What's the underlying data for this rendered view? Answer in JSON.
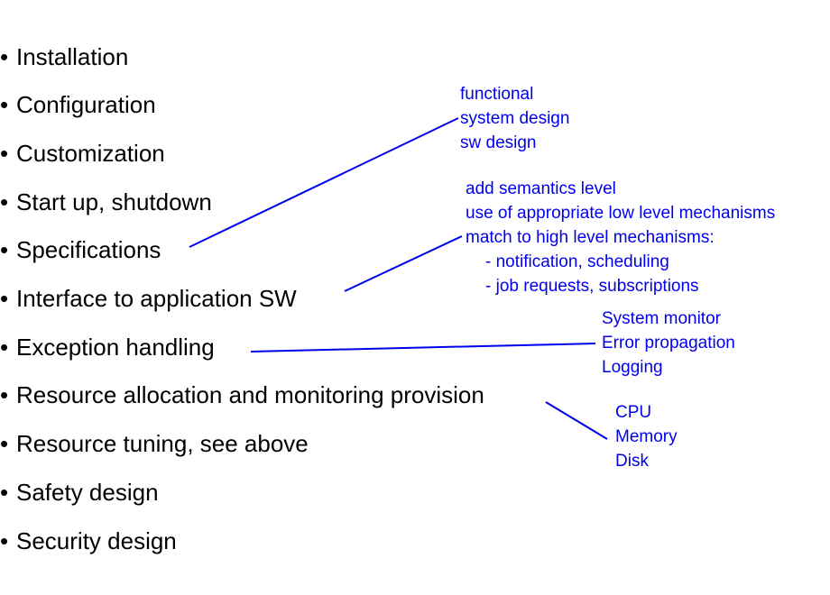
{
  "colors": {
    "text": "#000000",
    "annotation": "#0000ee",
    "connector": "#0000ee"
  },
  "bullet_glyph": "•",
  "items": [
    "Installation",
    "Configuration",
    "Customization",
    "Start up, shutdown",
    "Specifications",
    "Interface to application SW",
    "Exception handling",
    "Resource allocation and monitoring provision",
    "Resource tuning, see above",
    "Safety design",
    "Security design"
  ],
  "annotations": {
    "specifications": [
      "functional",
      "system design",
      "sw design"
    ],
    "interface": [
      "add semantics level",
      "use of appropriate low level mechanisms",
      "match to high level mechanisms:",
      "- notification, scheduling",
      "- job requests, subscriptions"
    ],
    "exception": [
      "System monitor",
      "Error propagation",
      "Logging"
    ],
    "resource": [
      "CPU",
      "Memory",
      "Disk"
    ]
  }
}
